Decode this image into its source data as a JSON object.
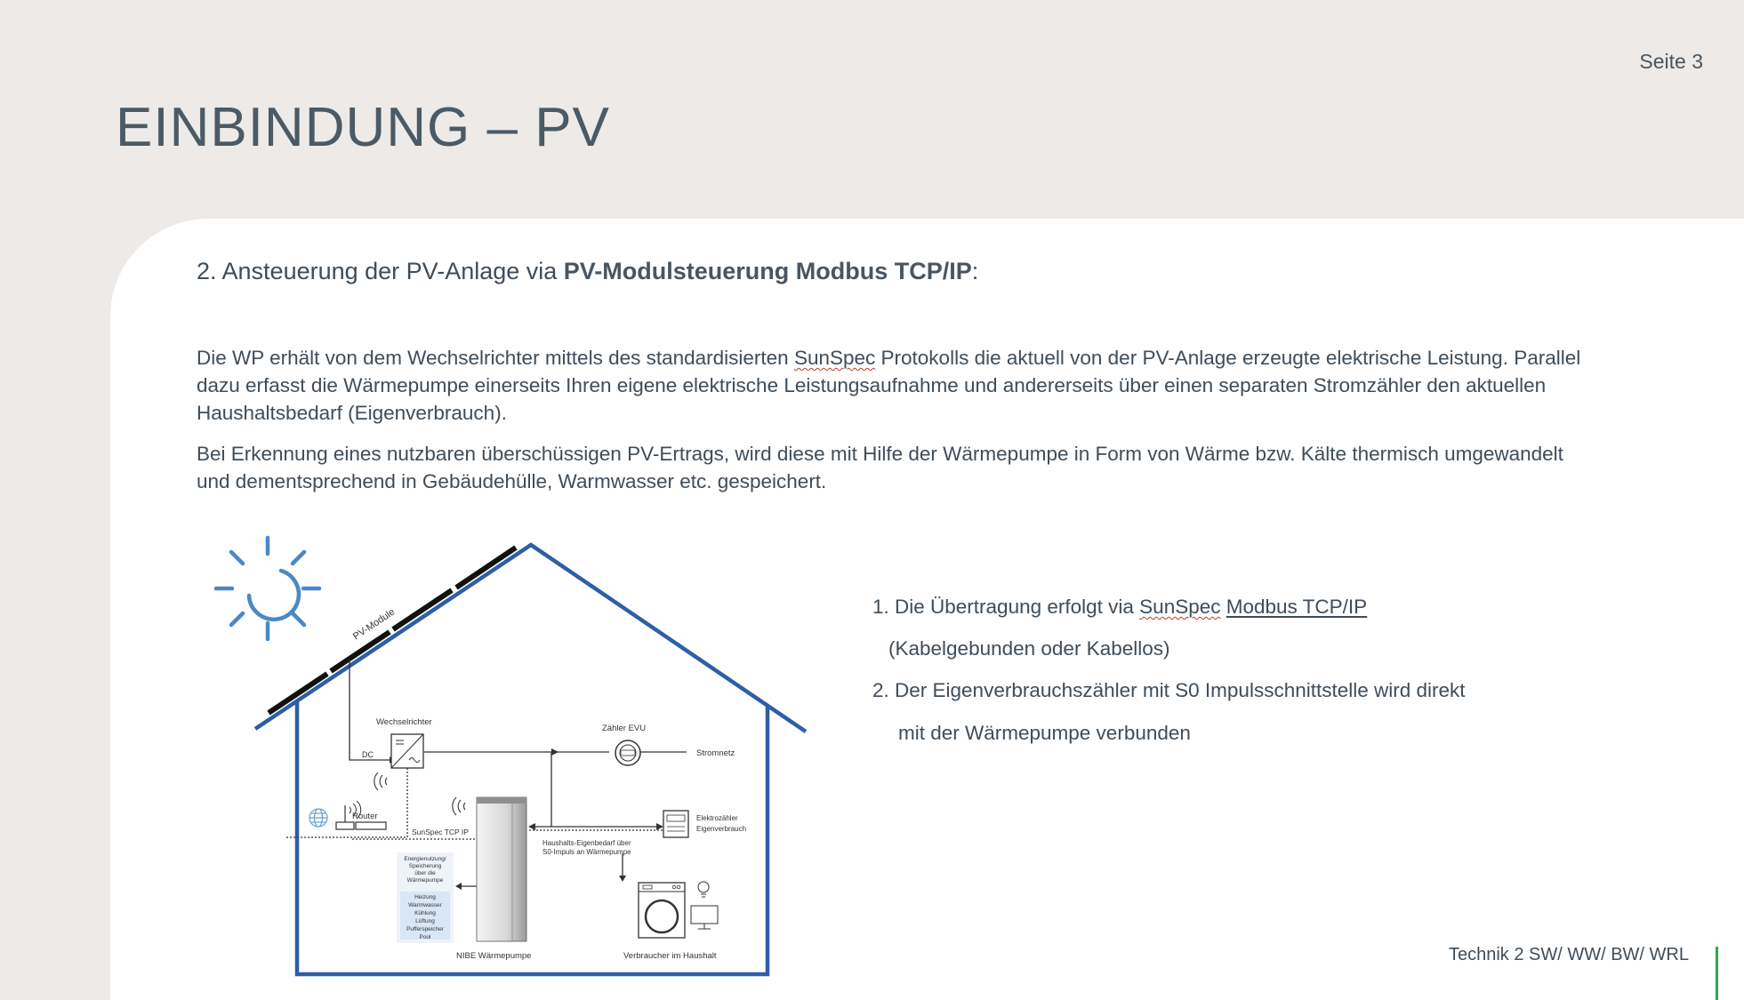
{
  "page": {
    "number_label": "Seite 3",
    "title": "EINBINDUNG – PV"
  },
  "heading": {
    "prefix": "2. Ansteuerung der PV-Anlage via ",
    "bold": "PV-Modulsteuerung Modbus TCP/IP",
    "suffix": ":"
  },
  "paragraph1": {
    "part1": "Die WP erhält von dem Wechselrichter mittels des standardisierten ",
    "sunspec": "SunSpec",
    "part2": " Protokolls die aktuell von der PV-Anlage erzeugte elektrische Leistung. Parallel dazu erfasst die Wärmepumpe einerseits Ihren eigene elektrische Leistungsaufnahme und andererseits über einen separaten Stromzähler den aktuellen Haushaltsbedarf (Eigenverbrauch)."
  },
  "paragraph2": "Bei Erkennung eines nutzbaren überschüssigen PV-Ertrags, wird diese mit Hilfe der Wärmepumpe in Form von Wärme bzw. Kälte thermisch umgewandelt und dementsprechend in Gebäudehülle, Warmwasser etc. gespeichert.",
  "list": {
    "item1_prefix": "1. Die Übertragung erfolgt via ",
    "item1_sunspec": "SunSpec",
    "item1_space": " ",
    "item1_modbus": "Modbus TCP/IP",
    "item1_line2": "(Kabelgebunden oder Kabellos)",
    "item2_line1": "2. Der Eigenverbrauchszähler mit S0 Impulsschnittstelle wird direkt",
    "item2_line2": "mit der Wärmepumpe verbunden"
  },
  "footer": "Technik 2 SW/ WW/ BW/ WRL",
  "diagram": {
    "pv_modules": "PV-Module",
    "inverter": "Wechselrichter",
    "dc": "DC",
    "meter_evu": "Zähler EVU",
    "grid": "Stromnetz",
    "router": "Router",
    "sunspec_tcp": "SunSpec TCP IP",
    "household_line1": "Haushalts-Eigenbedarf über",
    "household_line2": "S0-Impuls an Wärmepumpe",
    "meter_own_line1": "Elektrozähler",
    "meter_own_line2": "Eigenverbrauch",
    "energy_use_lines": [
      "Energienutzung/",
      "Speicherung",
      "über die",
      "Wärmepumpe"
    ],
    "uses": [
      "Heizung",
      "Warmwasser",
      "Kühlung",
      "Lüftung",
      "Pufferspeicher",
      "Pool"
    ],
    "heat_pump": "NIBE Wärmepumpe",
    "consumers": "Verbraucher im Haushalt"
  },
  "colors": {
    "house": "#2f5ea8",
    "sun": "#4a88c7",
    "accent_green": "#2fa84f",
    "title": "#4a5a66"
  }
}
